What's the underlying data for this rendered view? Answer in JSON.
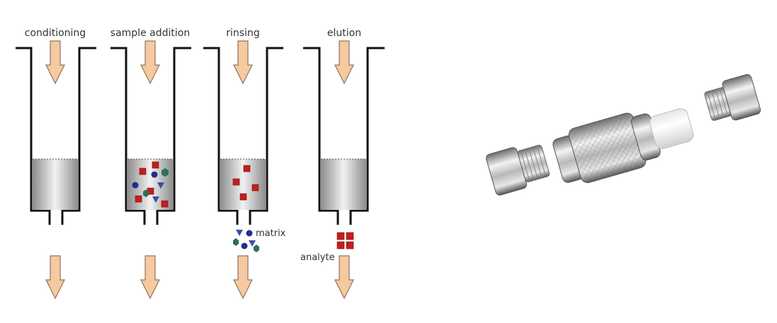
{
  "steps": [
    {
      "label": "conditioning"
    },
    {
      "label": "sample addition"
    },
    {
      "label": "rinsing"
    },
    {
      "label": "elution"
    }
  ],
  "annotations": {
    "matrix": "matrix",
    "analyte": "analyte"
  },
  "colors": {
    "arrow_fill": "#f6c9a0",
    "arrow_stroke": "#8c7560",
    "analyte": "#c51d1d",
    "matrix_blue": "#1f2f8f",
    "matrix_green": "#2f6f5e",
    "frame": "#111111"
  },
  "photo": {
    "description_icon": "column-hardware-icon"
  }
}
